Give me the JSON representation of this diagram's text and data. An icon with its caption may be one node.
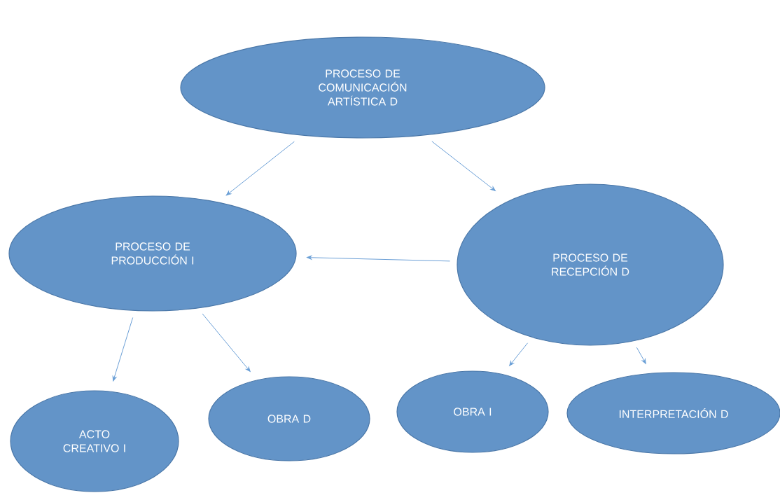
{
  "diagram": {
    "nodes": [
      {
        "text": [
          "PROCESO DE COMUNICACIÓN ARTÍSTICA D"
        ]
      },
      {
        "text": [
          "PROCESO DE PRODUCCIÓN I"
        ]
      },
      {
        "text": [
          "PROCESO DE RECEPCIÓN D"
        ]
      },
      {
        "text": [
          "ACTO CREATIVO I"
        ]
      },
      {
        "text": [
          "OBRA D"
        ]
      },
      {
        "text": [
          "OBRA I"
        ]
      },
      {
        "text": [
          "INTERPRETACIÓN D"
        ]
      }
    ],
    "edges": [
      {
        "from": 0,
        "to": 1,
        "arrow": "to"
      },
      {
        "from": 0,
        "to": 2,
        "arrow": "to"
      },
      {
        "from": 2,
        "to": 1,
        "arrow": "to"
      },
      {
        "from": 1,
        "to": 3,
        "arrow": "to"
      },
      {
        "from": 1,
        "to": 4,
        "arrow": "to"
      },
      {
        "from": 2,
        "to": 5,
        "arrow": "to"
      },
      {
        "from": 2,
        "to": 6,
        "arrow": "to"
      }
    ]
  }
}
